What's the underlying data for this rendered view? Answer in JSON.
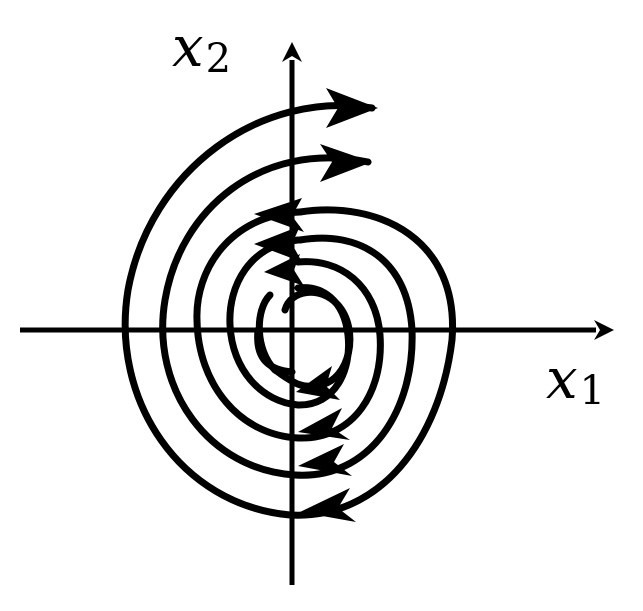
{
  "labels": {
    "horizontal_axis_var": "x",
    "horizontal_axis_sub": "1",
    "vertical_axis_var": "x",
    "vertical_axis_sub": "2"
  },
  "colors": {
    "ink": "#000000",
    "background": "#ffffff"
  },
  "diagram": {
    "type": "phase-portrait",
    "trajectory_shape": "stable-spiral",
    "rotation": "clockwise"
  }
}
